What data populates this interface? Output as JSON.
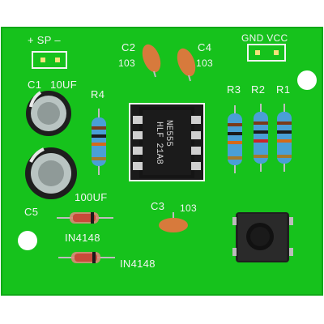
{
  "board": {
    "header_sp": "+ SP  –",
    "header_gnd_vcc": "GND VCC",
    "caps": {
      "c2": "C2",
      "c4": "C4",
      "c2_value": "103",
      "c4_value": "103",
      "c3": "C3",
      "c3_value": "103"
    },
    "electrolytics": {
      "c1": "C1",
      "c1_value": "10UF",
      "c5": "C5",
      "c5_value": "100UF"
    },
    "resistors": {
      "r1": "R1",
      "r2": "R2",
      "r3": "R3",
      "r4": "R4"
    },
    "diodes": {
      "d1_label": "IN4148",
      "d2_label": "IN4148"
    },
    "ic": {
      "line1": "NE555",
      "line2": "HLF 21A8"
    }
  },
  "colors": {
    "pcb": "#16c21c",
    "pcb_dark": "#0f9e16",
    "silk": "#f4f4f4",
    "ceramic_cap": "#d77a3c",
    "ic_body": "#1b1b1b",
    "resistor_body": "#4a9fd6",
    "button_body": "#222222"
  }
}
